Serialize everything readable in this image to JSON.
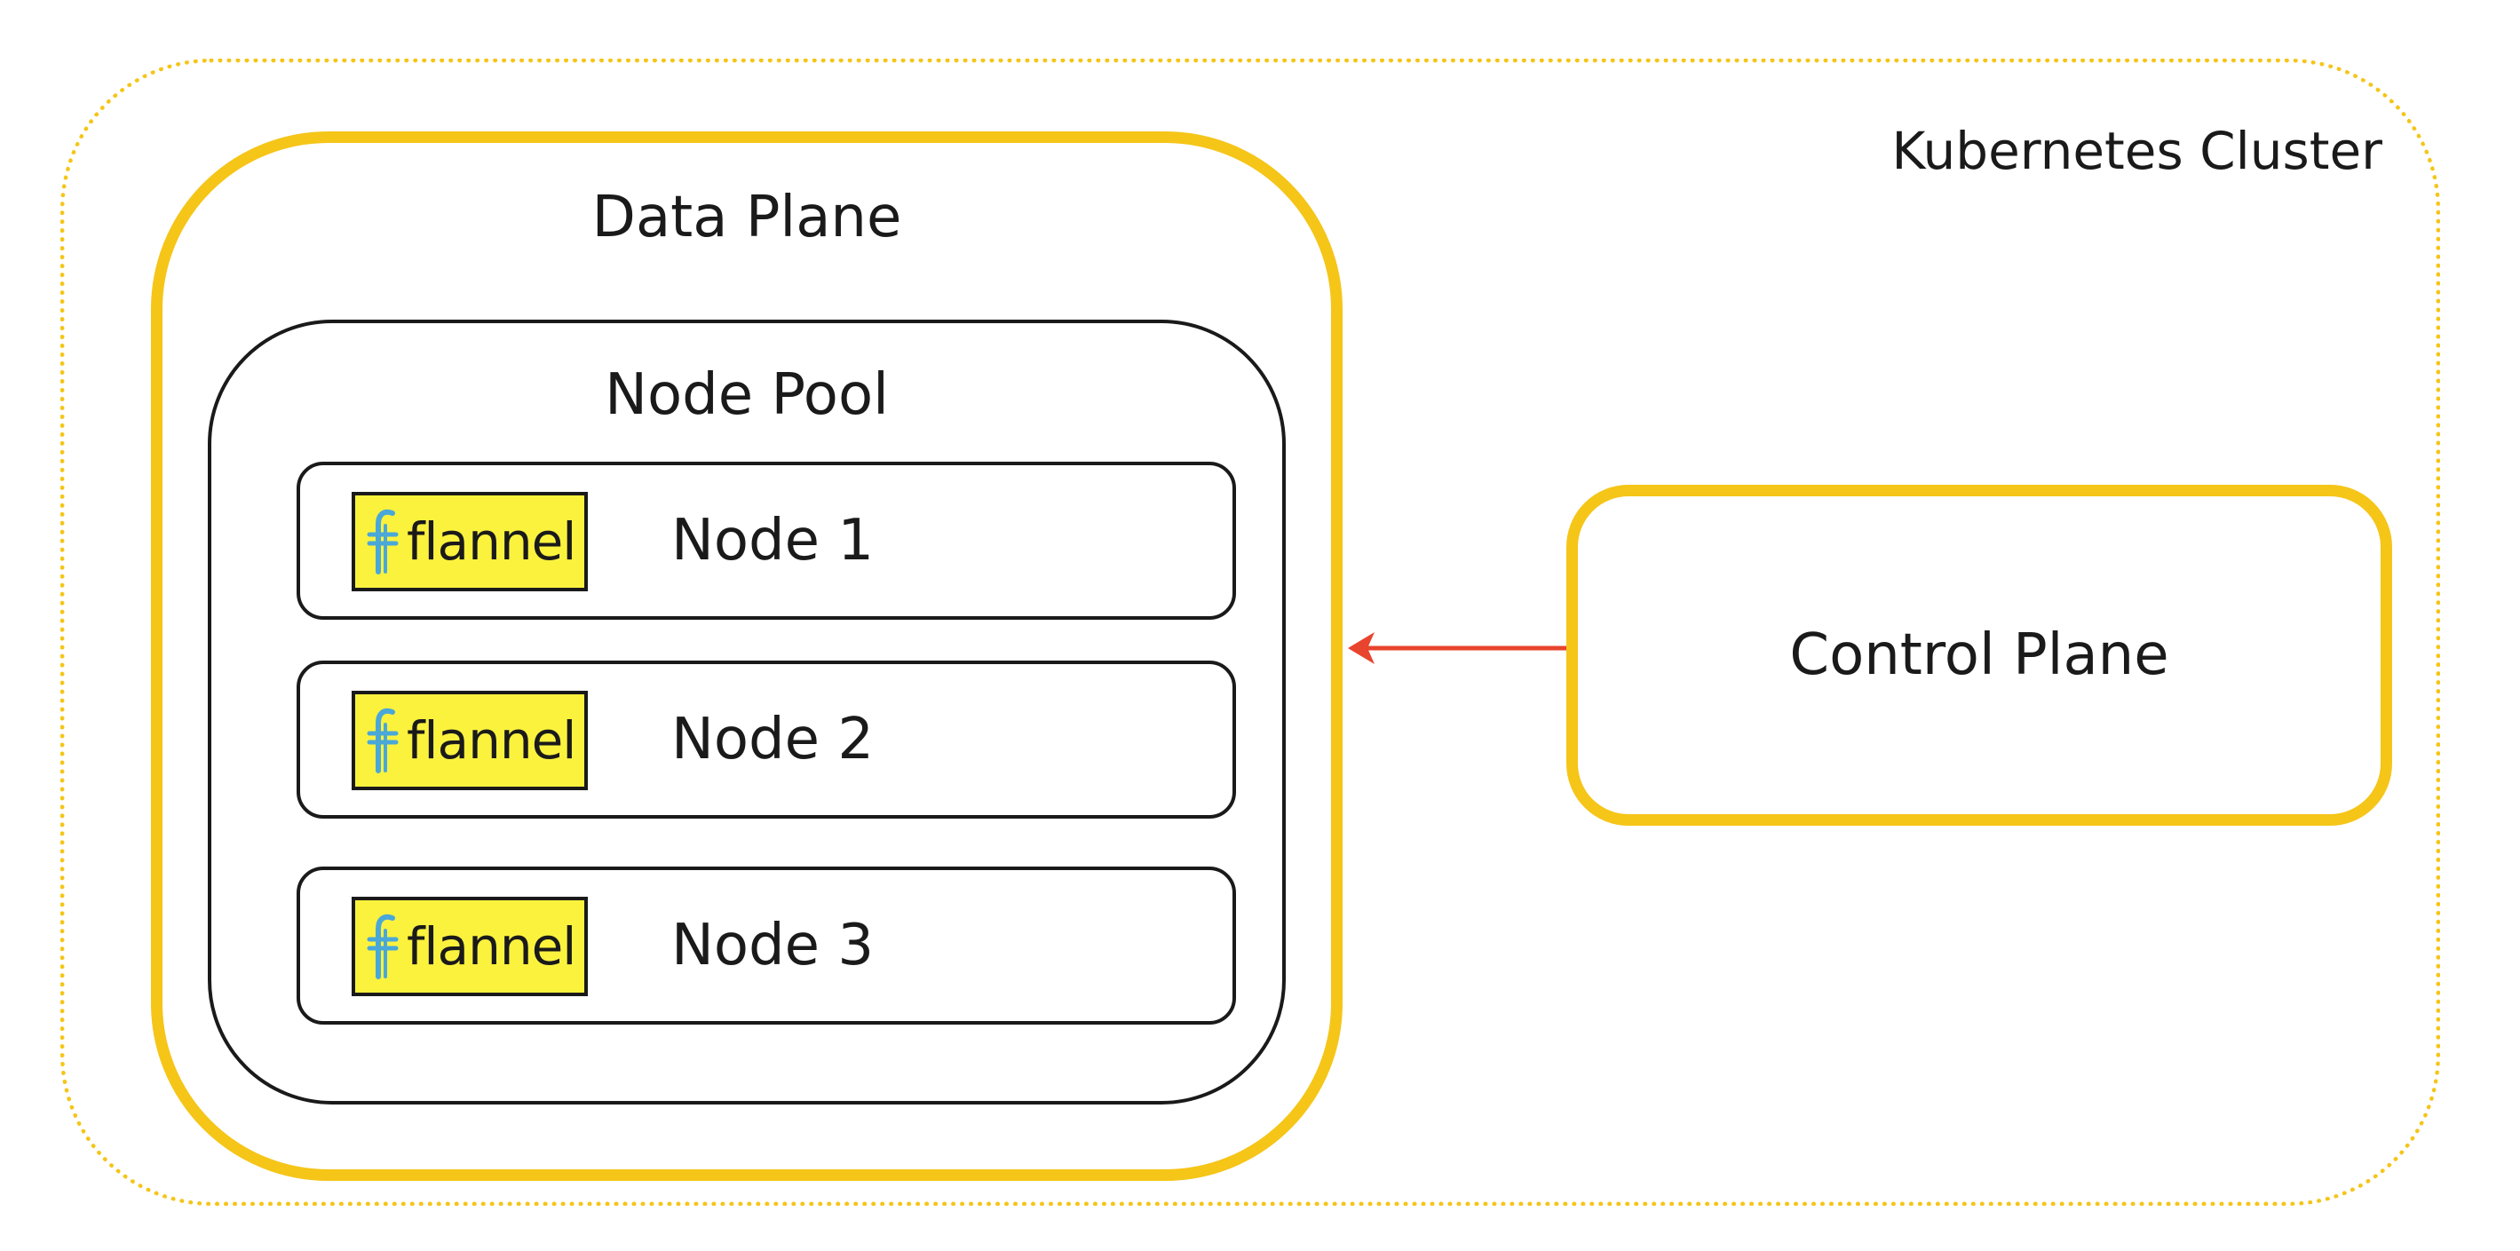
{
  "cluster": {
    "label": "Kubernetes Cluster"
  },
  "data_plane": {
    "label": "Data Plane",
    "node_pool": {
      "label": "Node Pool",
      "nodes": [
        {
          "label": "Node 1",
          "logo_text": "flannel"
        },
        {
          "label": "Node 2",
          "logo_text": "flannel"
        },
        {
          "label": "Node 3",
          "logo_text": "flannel"
        }
      ]
    }
  },
  "control_plane": {
    "label": "Control Plane"
  },
  "colors": {
    "accent_yellow": "#f5c518",
    "logo_background": "#fbf23e",
    "logo_glyph": "#4aa8d8",
    "arrow": "#e8442e",
    "outline": "#1a1a1a"
  },
  "icons": {
    "node_logo": "flannel-logo-icon",
    "connector": "arrow-left-icon"
  }
}
